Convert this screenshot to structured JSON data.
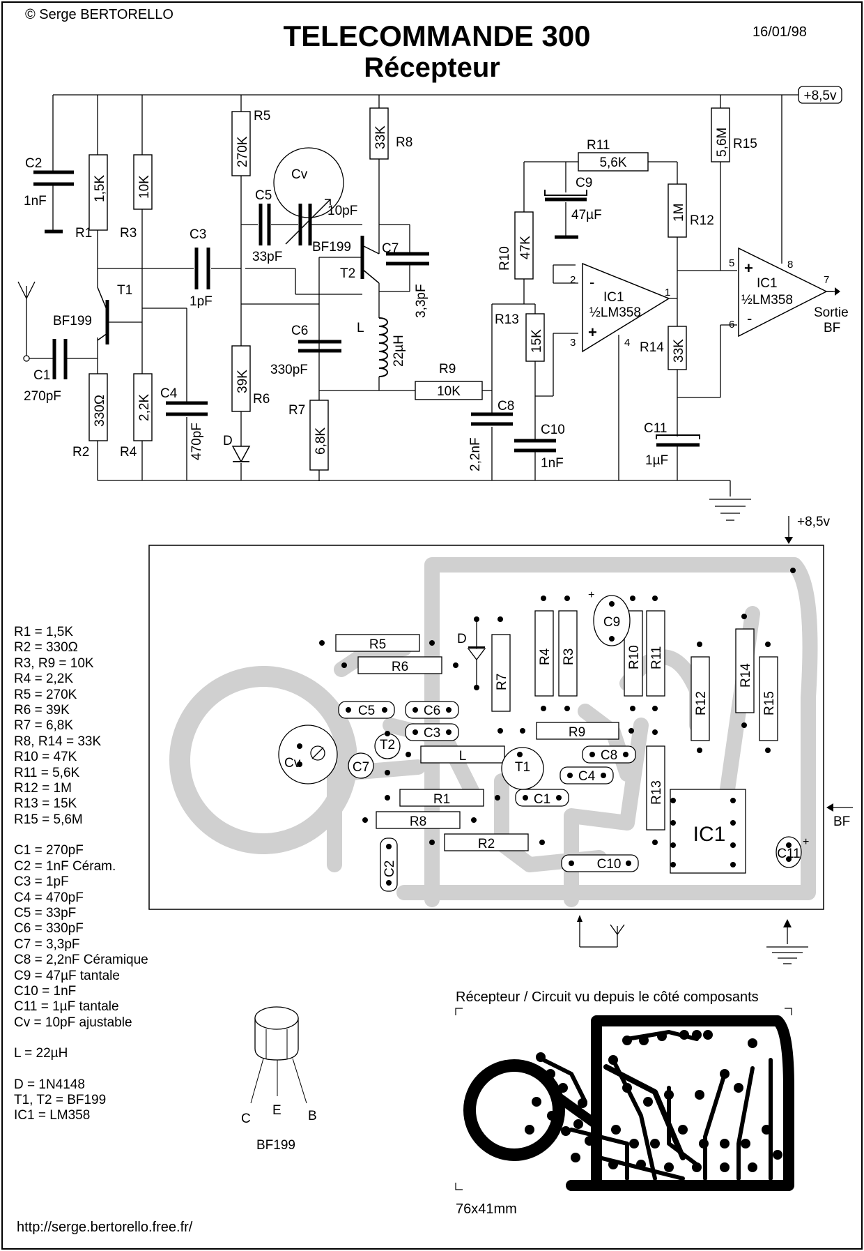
{
  "header": {
    "copyright": "© Serge BERTORELLO",
    "title": "TELECOMMANDE 300",
    "subtitle": "Récepteur",
    "date": "16/01/98"
  },
  "footer": {
    "url": "http://serge.bertorello.free.fr/"
  },
  "schematic": {
    "supply": "+8,5v",
    "out_label_1": "Sortie",
    "out_label_2": "BF",
    "ic_name": "IC1",
    "ic_half": "½LM358",
    "components": [
      {
        "ref": "R1",
        "val": "1,5K"
      },
      {
        "ref": "R2",
        "val": "330Ω"
      },
      {
        "ref": "R3",
        "val": "10K"
      },
      {
        "ref": "R4",
        "val": "2,2K"
      },
      {
        "ref": "R5",
        "val": "270K"
      },
      {
        "ref": "R6",
        "val": "39K"
      },
      {
        "ref": "R7",
        "val": "6,8K"
      },
      {
        "ref": "R8",
        "val": "33K"
      },
      {
        "ref": "R9",
        "val": "10K"
      },
      {
        "ref": "R10",
        "val": "47K"
      },
      {
        "ref": "R11",
        "val": "5,6K"
      },
      {
        "ref": "R12",
        "val": "1M"
      },
      {
        "ref": "R13",
        "val": "15K"
      },
      {
        "ref": "R14",
        "val": "33K"
      },
      {
        "ref": "R15",
        "val": "5,6M"
      },
      {
        "ref": "C1",
        "val": "270pF"
      },
      {
        "ref": "C2",
        "val": "1nF"
      },
      {
        "ref": "C3",
        "val": "1pF"
      },
      {
        "ref": "C4",
        "val": "470pF"
      },
      {
        "ref": "C5",
        "val": "33pF"
      },
      {
        "ref": "C6",
        "val": "330pF"
      },
      {
        "ref": "C7",
        "val": "3,3pF"
      },
      {
        "ref": "C8",
        "val": "2,2nF"
      },
      {
        "ref": "C9",
        "val": "47µF"
      },
      {
        "ref": "C10",
        "val": "1nF"
      },
      {
        "ref": "C11",
        "val": "1µF"
      },
      {
        "ref": "Cv",
        "val": "10pF"
      },
      {
        "ref": "L",
        "val": "22µH"
      },
      {
        "ref": "D",
        "val": ""
      },
      {
        "ref": "T1",
        "val": "BF199"
      },
      {
        "ref": "T2",
        "val": "BF199"
      }
    ],
    "pins": [
      "1",
      "2",
      "3",
      "4",
      "5",
      "6",
      "7",
      "8"
    ]
  },
  "board": {
    "supply": "+8,5v",
    "bf": "BF",
    "ic": "IC1"
  },
  "parts_list": [
    "R1 = 1,5K",
    "R2 = 330Ω",
    "R3, R9 = 10K",
    "R4 = 2,2K",
    "R5 = 270K",
    "R6 = 39K",
    "R7 = 6,8K",
    "R8, R14 = 33K",
    "R10 = 47K",
    "R11 = 5,6K",
    "R12 = 1M",
    "R13 = 15K",
    "R15 = 5,6M",
    "C1 = 270pF",
    "C2 = 1nF Céram.",
    "C3 = 1pF",
    "C4 = 470pF",
    "C5 = 33pF",
    "C6 = 330pF",
    "C7 = 3,3pF",
    "C8 = 2,2nF Céramique",
    "C9 = 47µF tantale",
    "C10 = 1nF",
    "C11 = 1µF tantale",
    "Cv = 10pF ajustable",
    "L = 22µH",
    "D = 1N4148",
    "T1, T2 = BF199",
    "IC1 = LM358"
  ],
  "transistor_pinout": {
    "name": "BF199",
    "pins": [
      "C",
      "E",
      "B"
    ]
  },
  "copper": {
    "caption": "Récepteur / Circuit vu depuis le côté composants",
    "size": "76x41mm"
  }
}
